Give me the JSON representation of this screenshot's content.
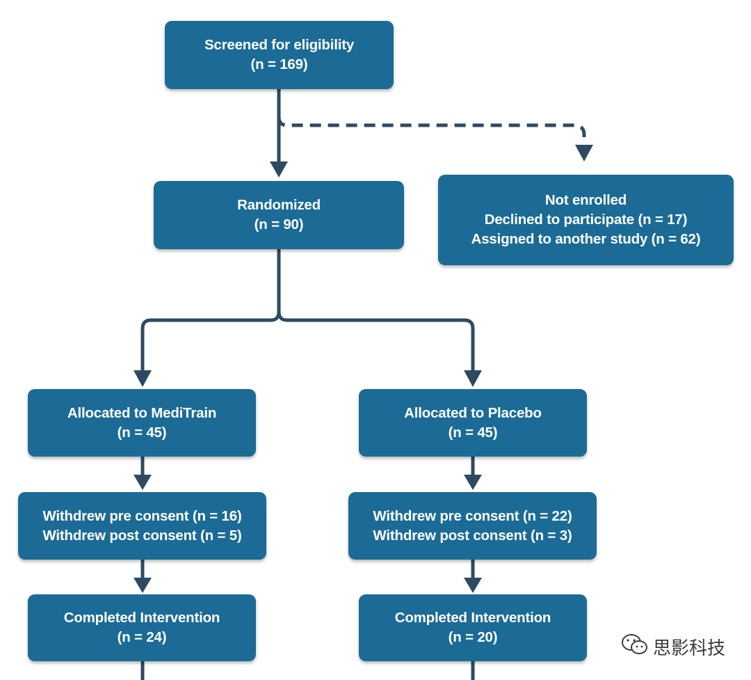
{
  "diagram": {
    "screened": {
      "line1": "Screened for eligibility",
      "line2": "(n = 169)"
    },
    "randomized": {
      "line1": "Randomized",
      "line2": "(n = 90)"
    },
    "not_enrolled": {
      "line1": "Not enrolled",
      "line2": "Declined to participate (n = 17)",
      "line3": "Assigned to another study (n = 62)"
    },
    "meditrain": {
      "allocated": {
        "line1": "Allocated to MediTrain",
        "line2": "(n = 45)"
      },
      "withdrew": {
        "line1": "Withdrew pre consent (n = 16)",
        "line2": "Withdrew post consent (n = 5)"
      },
      "completed": {
        "line1": "Completed Intervention",
        "line2": "(n = 24)"
      }
    },
    "placebo": {
      "allocated": {
        "line1": "Allocated to Placebo",
        "line2": "(n = 45)"
      },
      "withdrew": {
        "line1": "Withdrew pre consent (n = 22)",
        "line2": "Withdrew post consent (n = 3)"
      },
      "completed": {
        "line1": "Completed Intervention",
        "line2": "(n = 20)"
      }
    }
  },
  "colors": {
    "box": "#1b6b96",
    "connector": "#2e4a62",
    "text": "#ffffff"
  },
  "watermark": {
    "text": "思影科技",
    "icon": "wechat-icon"
  }
}
